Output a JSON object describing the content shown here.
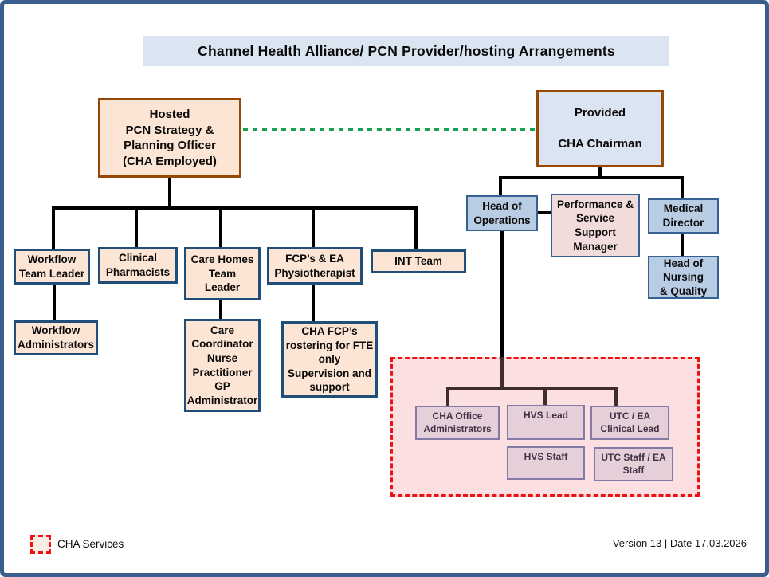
{
  "title": "Channel Health Alliance/ PCN Provider/hosting Arrangements",
  "nodes": {
    "hosted": "Hosted\nPCN Strategy &\nPlanning Officer\n(CHA Employed)",
    "provided": "Provided\n\nCHA Chairman",
    "workflow_team_leader": "Workflow\nTeam Leader",
    "clinical_pharmacists": "Clinical\nPharmacists",
    "care_homes_team_leader": "Care Homes\nTeam\nLeader",
    "fcp_ea_physio": "FCP’s & EA\nPhysiotherapist",
    "int_team": "INT Team",
    "workflow_administrators": "Workflow\nAdministrators",
    "care_coordinator": "Care\nCoordinator\nNurse\nPractitioner\nGP\nAdministrator",
    "cha_fcp_rostering": "CHA FCP’s\nrostering for FTE\nonly\nSupervision and\nsupport",
    "head_of_operations": "Head of\nOperations",
    "performance_manager": "Performance &\nService\nSupport\nManager",
    "medical_director": "Medical\nDirector",
    "head_of_nursing": "Head of\nNursing\n& Quality",
    "cha_office_administrators": "CHA Office\nAdministrators",
    "hvs_lead": "HVS Lead",
    "utc_ea_clinical_lead": "UTC / EA\nClinical Lead",
    "hvs_staff": "HVS Staff",
    "utc_staff": "UTC Staff / EA\nStaff"
  },
  "legend": {
    "label": "CHA Services"
  },
  "footer": {
    "version": "Version 13 | Date 17.03.2026"
  },
  "colors": {
    "pageBorder": "#3a5f8f",
    "lightBlue": "#dbe5f1",
    "peach": "#fce5d4",
    "brownBorder": "#974806",
    "navyBorder": "#1f4e79",
    "blue": "#b8cce4",
    "blueBorder": "#376092",
    "pink": "#f2dcdb",
    "mauve": "#e5d0da",
    "mauveBorder": "#837aa5",
    "zonePink": "#fcdfe0",
    "red": "#ee1111",
    "green": "#18a352",
    "line": "#000000",
    "lineDark": "#3f2d2b",
    "swatchFill": "#fbece4"
  }
}
